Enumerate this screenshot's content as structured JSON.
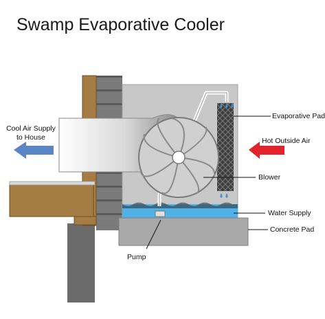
{
  "title": "Swamp Evaporative Cooler",
  "labels": {
    "cool_air_line1": "Cool Air Supply",
    "cool_air_line2": "to House",
    "evaporative_pad": "Evaporative Pad",
    "hot_outside_air": "Hot Outside Air",
    "blower": "Blower",
    "water_supply": "Water Supply",
    "concrete_pad": "Concrete Pad",
    "pump": "Pump"
  },
  "colors": {
    "cool_arrow": "#5b86c6",
    "hot_arrow": "#e3232b",
    "water": "#4fb1e6",
    "cabinet": "#c6c6c6",
    "wood": "#a67c45",
    "wall_dark": "#6e6e6e",
    "pad": "#4a4a4a"
  }
}
